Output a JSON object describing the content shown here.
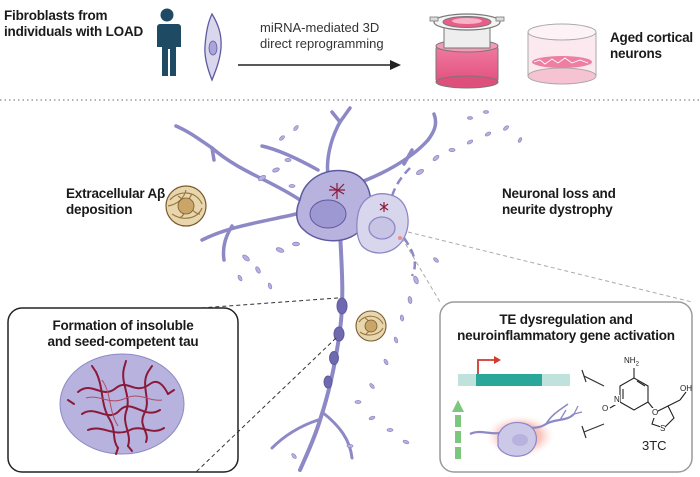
{
  "top": {
    "source_label_line1": "Fibroblasts from",
    "source_label_line2": "individuals with LOAD",
    "method_line1": "miRNA-mediated 3D",
    "method_line2": "direct reprogramming",
    "result_line1": "Aged cortical",
    "result_line2": "neurons"
  },
  "middle": {
    "abeta_line1": "Extracellular Aβ",
    "abeta_line2": "deposition",
    "loss_line1": "Neuronal loss and",
    "loss_line2": "neurite dystrophy"
  },
  "tau_panel": {
    "title_line1": "Formation of insoluble",
    "title_line2": "and seed-competent tau"
  },
  "te_panel": {
    "title_line1": "TE dysregulation and",
    "title_line2": "neuroinflammatory gene activation",
    "drug_label": "3TC",
    "chem_nh2": "NH",
    "chem_nh2_sub": "2",
    "chem_n": "N",
    "chem_o_ring": "O",
    "chem_o_carbonyl": "O",
    "chem_s": "S",
    "chem_oh": "OH"
  },
  "colors": {
    "neuron_fill": "#b7b3de",
    "neuron_stroke": "#5e5a9e",
    "dying_fill": "#d8d6ec",
    "tau_red": "#8b1a3a",
    "amyloid": "#9c7840",
    "dish_pink": "#e9658f",
    "arrow_green": "#7dc67d",
    "teal": "#2ba79a"
  }
}
